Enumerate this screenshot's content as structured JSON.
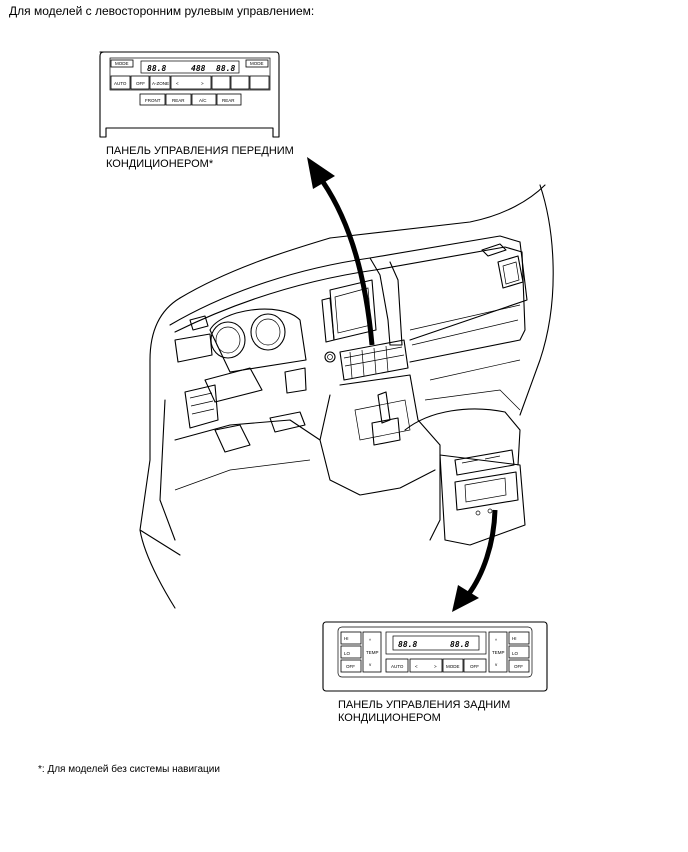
{
  "heading": "Для моделей с левосторонним рулевым управлением:",
  "front_panel": {
    "label_line1": "ПАНЕЛЬ УПРАВЛЕНИЯ ПЕРЕДНИМ",
    "label_line2": "КОНДИЦИОНЕРОМ*",
    "display_left": "88.8",
    "display_right": "88.8",
    "display_center": "488",
    "buttons": {
      "mode_left": "MODE",
      "mode_right": "MODE",
      "auto": "AUTO",
      "off": "OFF",
      "a_zone": "A-ZONE",
      "left_arrow": "<",
      "right_arrow": ">",
      "front": "FRONT",
      "rear_defog": "REAR",
      "ac": "A/C",
      "rear": "REAR"
    }
  },
  "rear_panel": {
    "label_line1": "ПАНЕЛЬ УПРАВЛЕНИЯ ЗАДНИМ",
    "label_line2": "КОНДИЦИОНЕРОМ",
    "display_left": "88.8",
    "display_right": "88.8",
    "buttons": {
      "hi": "HI",
      "lo": "LO",
      "off_left": "OFF",
      "temp_left": "TEMP",
      "auto": "AUTO",
      "left_arrow": "<",
      "right_arrow": ">",
      "mode": "MODE",
      "off_center": "OFF",
      "temp_right": "TEMP",
      "hi_right": "HI",
      "lo_right": "LO",
      "off_right": "OFF",
      "up_arrow": "^",
      "down_arrow": "v"
    }
  },
  "footnote": "*: Для моделей без системы навигации"
}
